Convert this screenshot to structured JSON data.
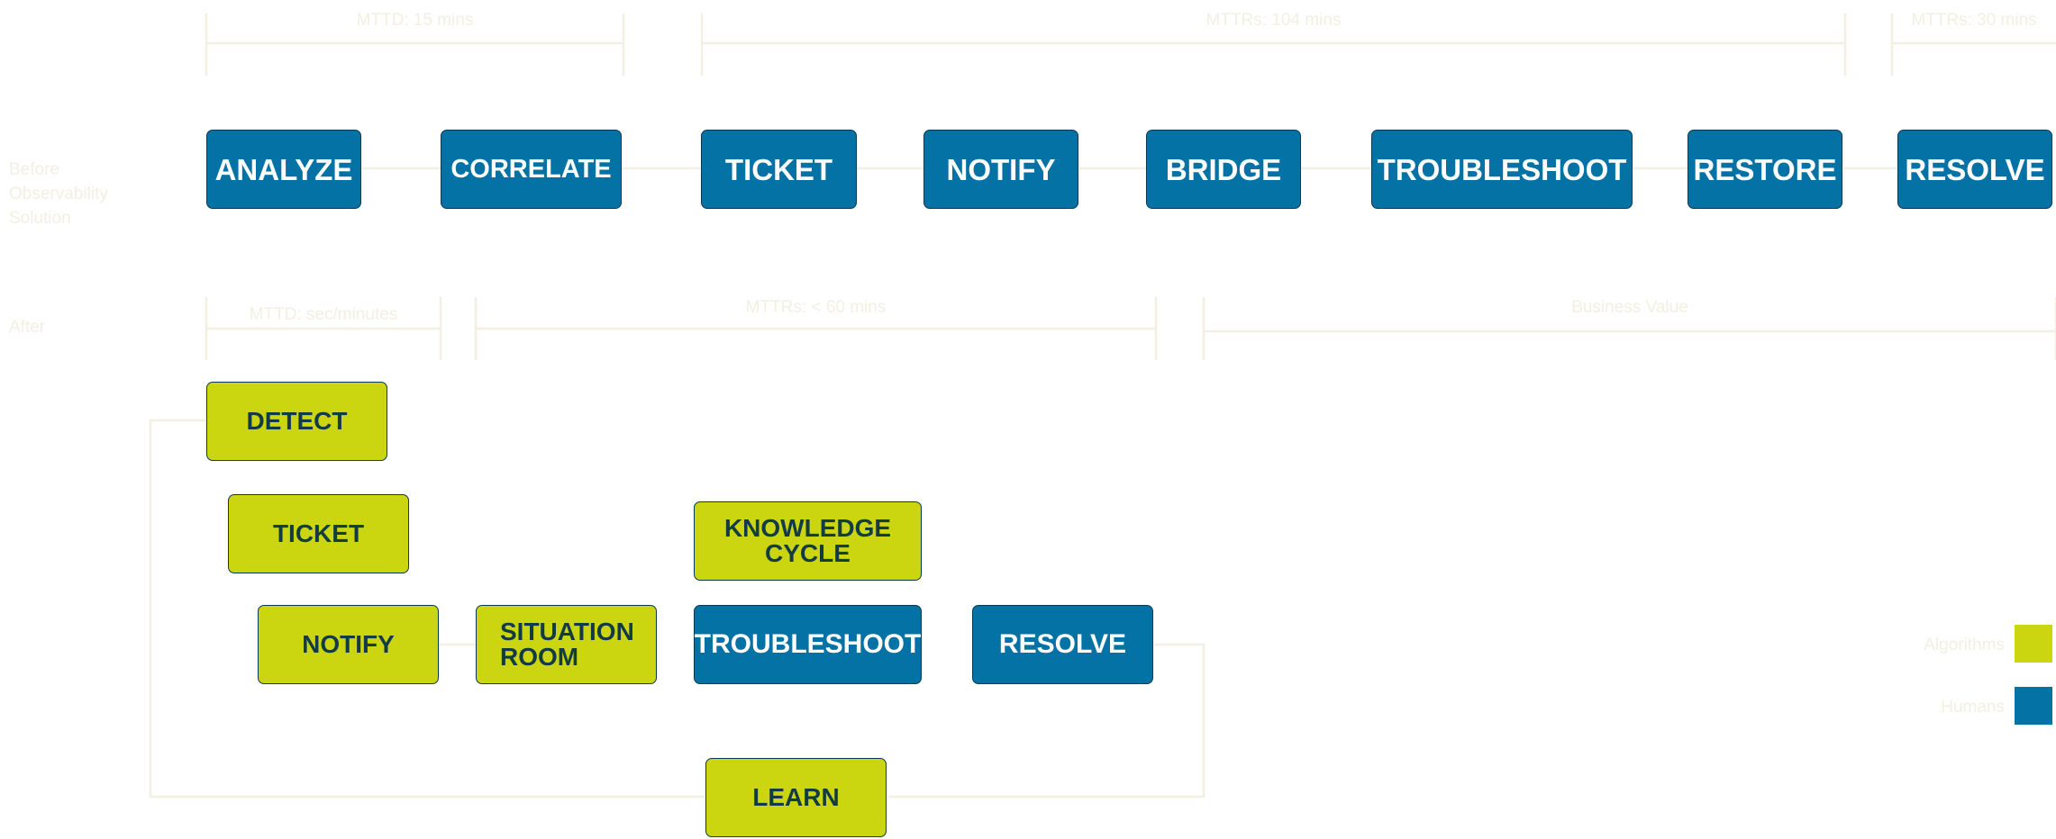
{
  "before": {
    "label": "Before\nObservability\nSolution",
    "ranges": [
      "MTTD: 15 mins",
      "MTTRs: 104 mins",
      "MTTRs: 30 mins"
    ],
    "steps": [
      "ANALYZE",
      "CORRELATE",
      "TICKET",
      "NOTIFY",
      "BRIDGE",
      "TROUBLESHOOT",
      "RESTORE",
      "RESOLVE"
    ]
  },
  "after": {
    "label": "After",
    "ranges": [
      "MTTD: sec/minutes",
      "MTTRs: < 60 mins",
      "Business Value"
    ],
    "steps": {
      "detect": "DETECT",
      "ticket": "TICKET",
      "notify": "NOTIFY",
      "situation_room": [
        "SITUATION",
        "ROOM"
      ],
      "knowledge_cycle": [
        "KNOWLEDGE",
        "CYCLE"
      ],
      "troubleshoot": "TROUBLESHOOT",
      "resolve": "RESOLVE",
      "learn": "LEARN"
    }
  },
  "legend": {
    "algorithms": "Algorithms",
    "humans": "Humans"
  },
  "colors": {
    "human": "#0572a5",
    "algorithm": "#cbd611",
    "border": "#0a3a52",
    "faint": "#f3efe2"
  }
}
